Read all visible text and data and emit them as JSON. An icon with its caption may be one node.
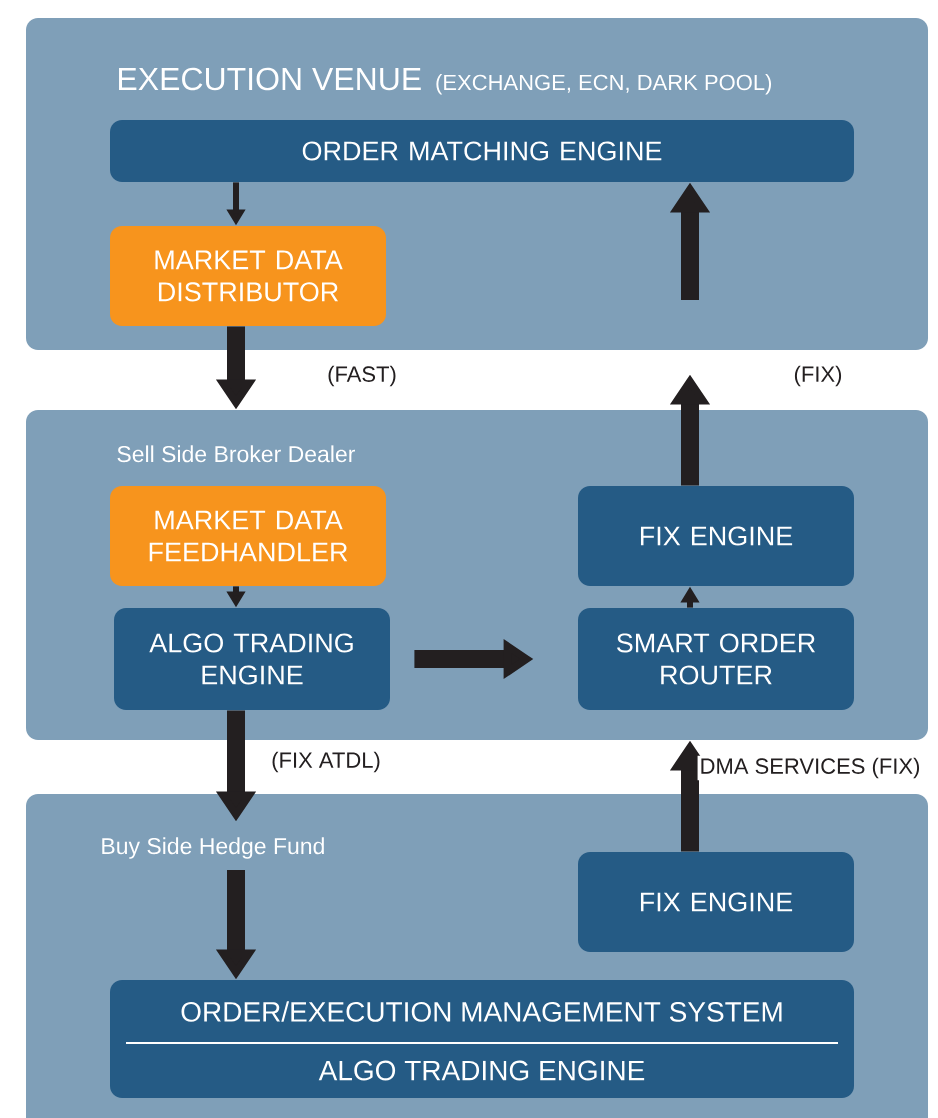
{
  "diagram": {
    "nodes": [
      {
        "text": [
          "EXECUTION VENUE",
          "(EXCHANGE, ECN, DARK POOL)"
        ]
      },
      {
        "text": [
          "ORDER MATCHING ENGINE"
        ],
        "in": 0
      },
      {
        "text": [
          "MARKET DATA DISTRIBUTOR"
        ],
        "in": 0
      },
      {
        "text": [
          "Sell Side Broker Dealer"
        ]
      },
      {
        "text": [
          "MARKET DATA FEEDHANDLER"
        ],
        "in": 3
      },
      {
        "text": [
          "ALGO TRADING ENGINE"
        ],
        "in": 3
      },
      {
        "text": [
          "FIX ENGINE"
        ],
        "in": 3
      },
      {
        "text": [
          "SMART ORDER ROUTER"
        ],
        "in": 3
      },
      {
        "text": [
          "Buy Side Hedge Fund"
        ]
      },
      {
        "text": [
          "FIX ENGINE"
        ],
        "in": 8
      },
      {
        "text": [
          "ORDER/EXECUTION MANAGEMENT SYSTEM",
          "ALGO TRADING ENGINE"
        ],
        "in": 8
      }
    ],
    "edges": [
      {
        "from": 1,
        "to": 2,
        "arrow": "to"
      },
      {
        "from": 2,
        "to": 3,
        "arrow": "to",
        "label": "(FAST)"
      },
      {
        "from": 4,
        "to": 5,
        "arrow": "to"
      },
      {
        "from": 5,
        "to": 7,
        "arrow": "to"
      },
      {
        "from": 7,
        "to": 6,
        "arrow": "to"
      },
      {
        "from": 6,
        "to": 0,
        "arrow": "to",
        "label": "(FIX)"
      },
      {
        "from": null,
        "to": 1,
        "arrow": "to"
      },
      {
        "from": 5,
        "to": 8,
        "arrow": "to",
        "label": "(FIX ATDL)"
      },
      {
        "from": null,
        "to": 10,
        "arrow": "to"
      },
      {
        "from": 9,
        "to": 3,
        "arrow": "to",
        "label": "DMA SERVICES (FIX)"
      }
    ]
  }
}
